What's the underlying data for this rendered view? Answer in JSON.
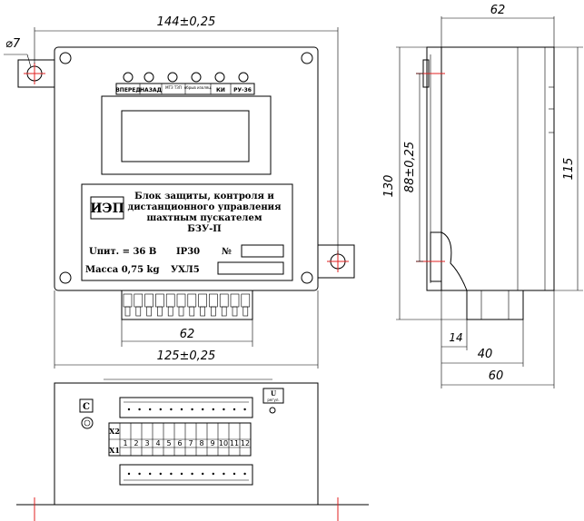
{
  "dimensions": {
    "front_width": "144±0,25",
    "hole_diameter": "⌀7",
    "terminal_width": "62",
    "body_width": "125±0,25",
    "side_depth": "62",
    "height_total": "130",
    "height_mount": "88±0,25",
    "height_body": "115",
    "depth_14": "14",
    "depth_40": "40",
    "depth_60": "60"
  },
  "indicators": [
    "ВПЕРЕД",
    "НАЗАД",
    "МТЗ ТЗП",
    "обрыв изоляц.",
    "КИ",
    "РУ-36"
  ],
  "nameplate": {
    "logo": "ИЭП",
    "title_lines": [
      "Блок защиты, контроля и",
      "дистанционного управления",
      "шахтным пускателем",
      "БЗУ-П"
    ],
    "voltage": "Uпит. = 36 В",
    "ip": "IP30",
    "number_label": "№",
    "mass": "Масса 0,75 kg",
    "climate": "УХЛ5"
  },
  "bottom_view": {
    "label_c": "С",
    "label_u": "U",
    "label_u_sub": "регул.",
    "row_x2": "X2",
    "row_x1": "X1",
    "pins": [
      "1",
      "2",
      "3",
      "4",
      "5",
      "6",
      "7",
      "8",
      "9",
      "10",
      "11",
      "12"
    ]
  }
}
